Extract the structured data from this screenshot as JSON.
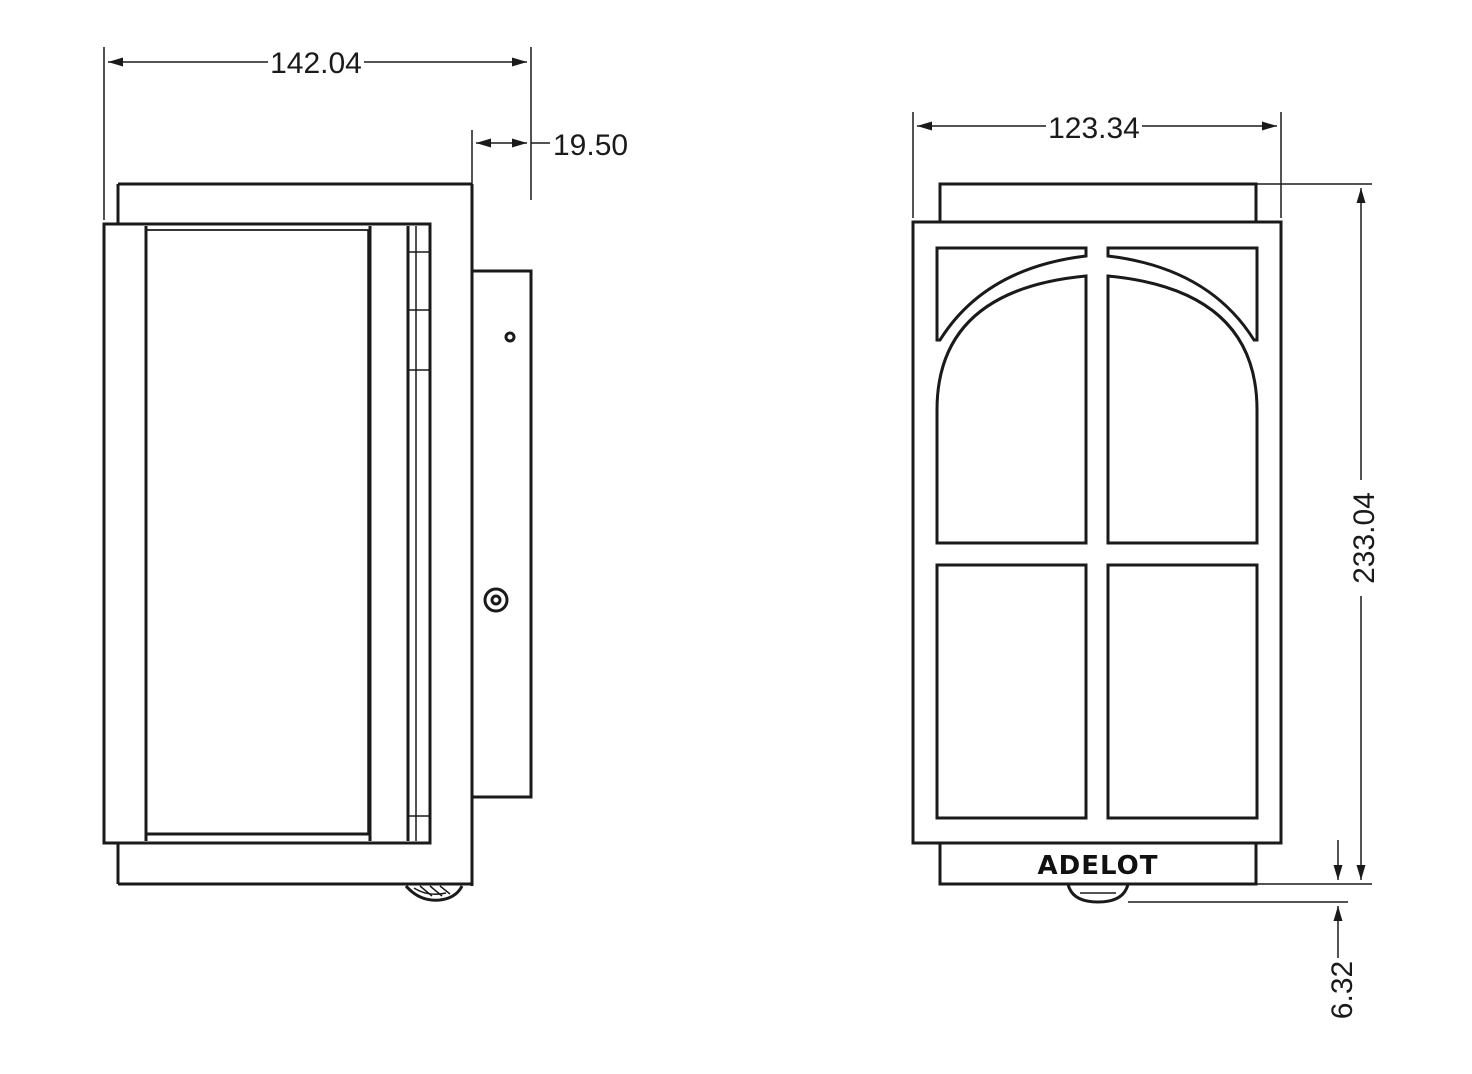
{
  "drawing": {
    "side_view": {
      "width_dimension": "142.04",
      "bracket_depth_dimension": "19.50"
    },
    "front_view": {
      "width_dimension": "123.34",
      "height_dimension": "233.04",
      "sensor_offset_dimension": "6.32",
      "brand_label": "ADELOT"
    }
  }
}
